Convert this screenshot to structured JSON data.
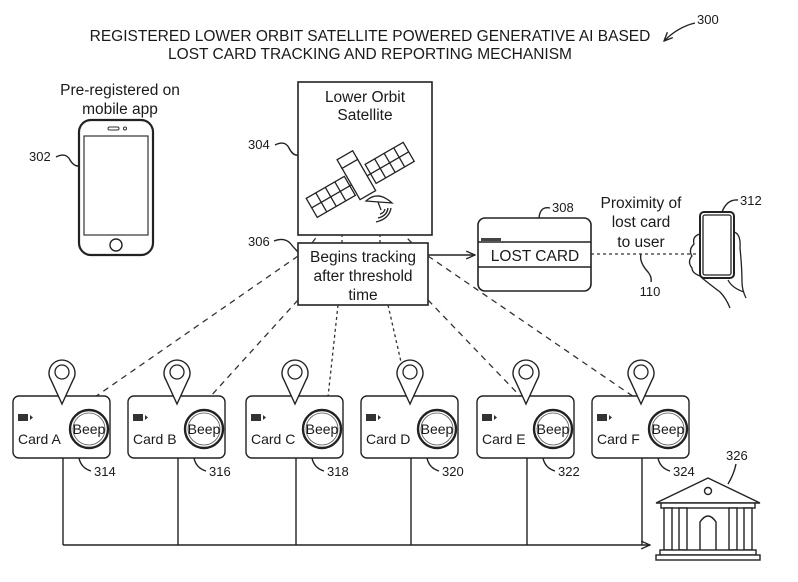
{
  "title": {
    "line1": "REGISTERED LOWER ORBIT SATELLITE POWERED GENERATIVE AI BASED",
    "line2": "LOST CARD TRACKING AND REPORTING MECHANISM",
    "ref": "300"
  },
  "phone": {
    "label_line1": "Pre-registered on",
    "label_line2": "mobile app",
    "ref": "302"
  },
  "satellite": {
    "label_line1": "Lower Orbit",
    "label_line2": "Satellite",
    "ref": "304"
  },
  "tracking": {
    "line1": "Begins tracking",
    "line2": "after threshold",
    "line3": "time",
    "ref": "306"
  },
  "lost_card": {
    "label": "LOST CARD",
    "ref": "308"
  },
  "proximity": {
    "line1": "Proximity of",
    "line2": "lost card",
    "line3": "to user",
    "link_ref": "110"
  },
  "user_phone": {
    "ref": "312"
  },
  "cards": [
    {
      "name": "Card A",
      "beep": "Beep",
      "ref": "314"
    },
    {
      "name": "Card B",
      "beep": "Beep",
      "ref": "316"
    },
    {
      "name": "Card C",
      "beep": "Beep",
      "ref": "318"
    },
    {
      "name": "Card D",
      "beep": "Beep",
      "ref": "320"
    },
    {
      "name": "Card E",
      "beep": "Beep",
      "ref": "322"
    },
    {
      "name": "Card F",
      "beep": "Beep",
      "ref": "324"
    }
  ],
  "bank": {
    "ref": "326"
  }
}
